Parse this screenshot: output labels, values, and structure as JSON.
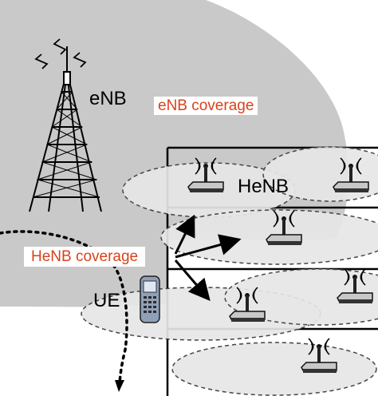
{
  "labels": {
    "enb": "eNB",
    "enb_coverage": "eNB coverage",
    "henb": "HeNB",
    "henb_coverage": "HeNB coverage",
    "ue": "UE"
  },
  "colors": {
    "macro_cell": "#c9c9c9",
    "femto_cell": "#e6e6e6",
    "coverage_text": "#d8421c",
    "lines": "#000000"
  },
  "icons": {
    "tower": "enb-tower-icon",
    "henb_device": "henb-router-icon",
    "ue_device": "mobile-phone-icon"
  }
}
